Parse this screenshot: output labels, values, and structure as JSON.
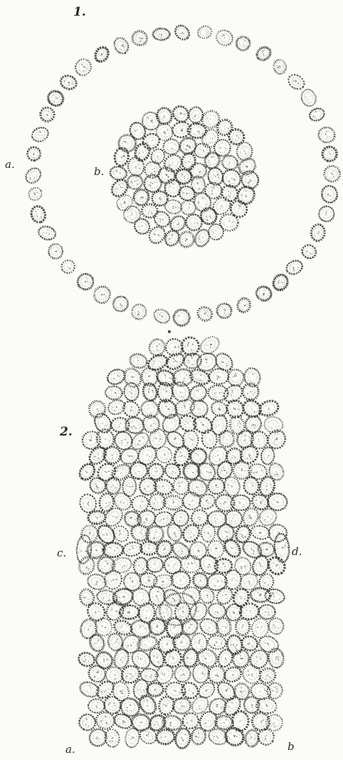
{
  "plate": {
    "ink_color": "#3a3a3a",
    "paper_color": "#fbfbf8"
  },
  "figure_1": {
    "number": "1.",
    "label_outer_ring": "a.",
    "label_inner_disc": "b."
  },
  "figure_2": {
    "number": "2.",
    "label_left_middle": "c.",
    "label_right_middle": "d.",
    "label_bottom_left": "a.",
    "label_bottom_right": "b"
  }
}
